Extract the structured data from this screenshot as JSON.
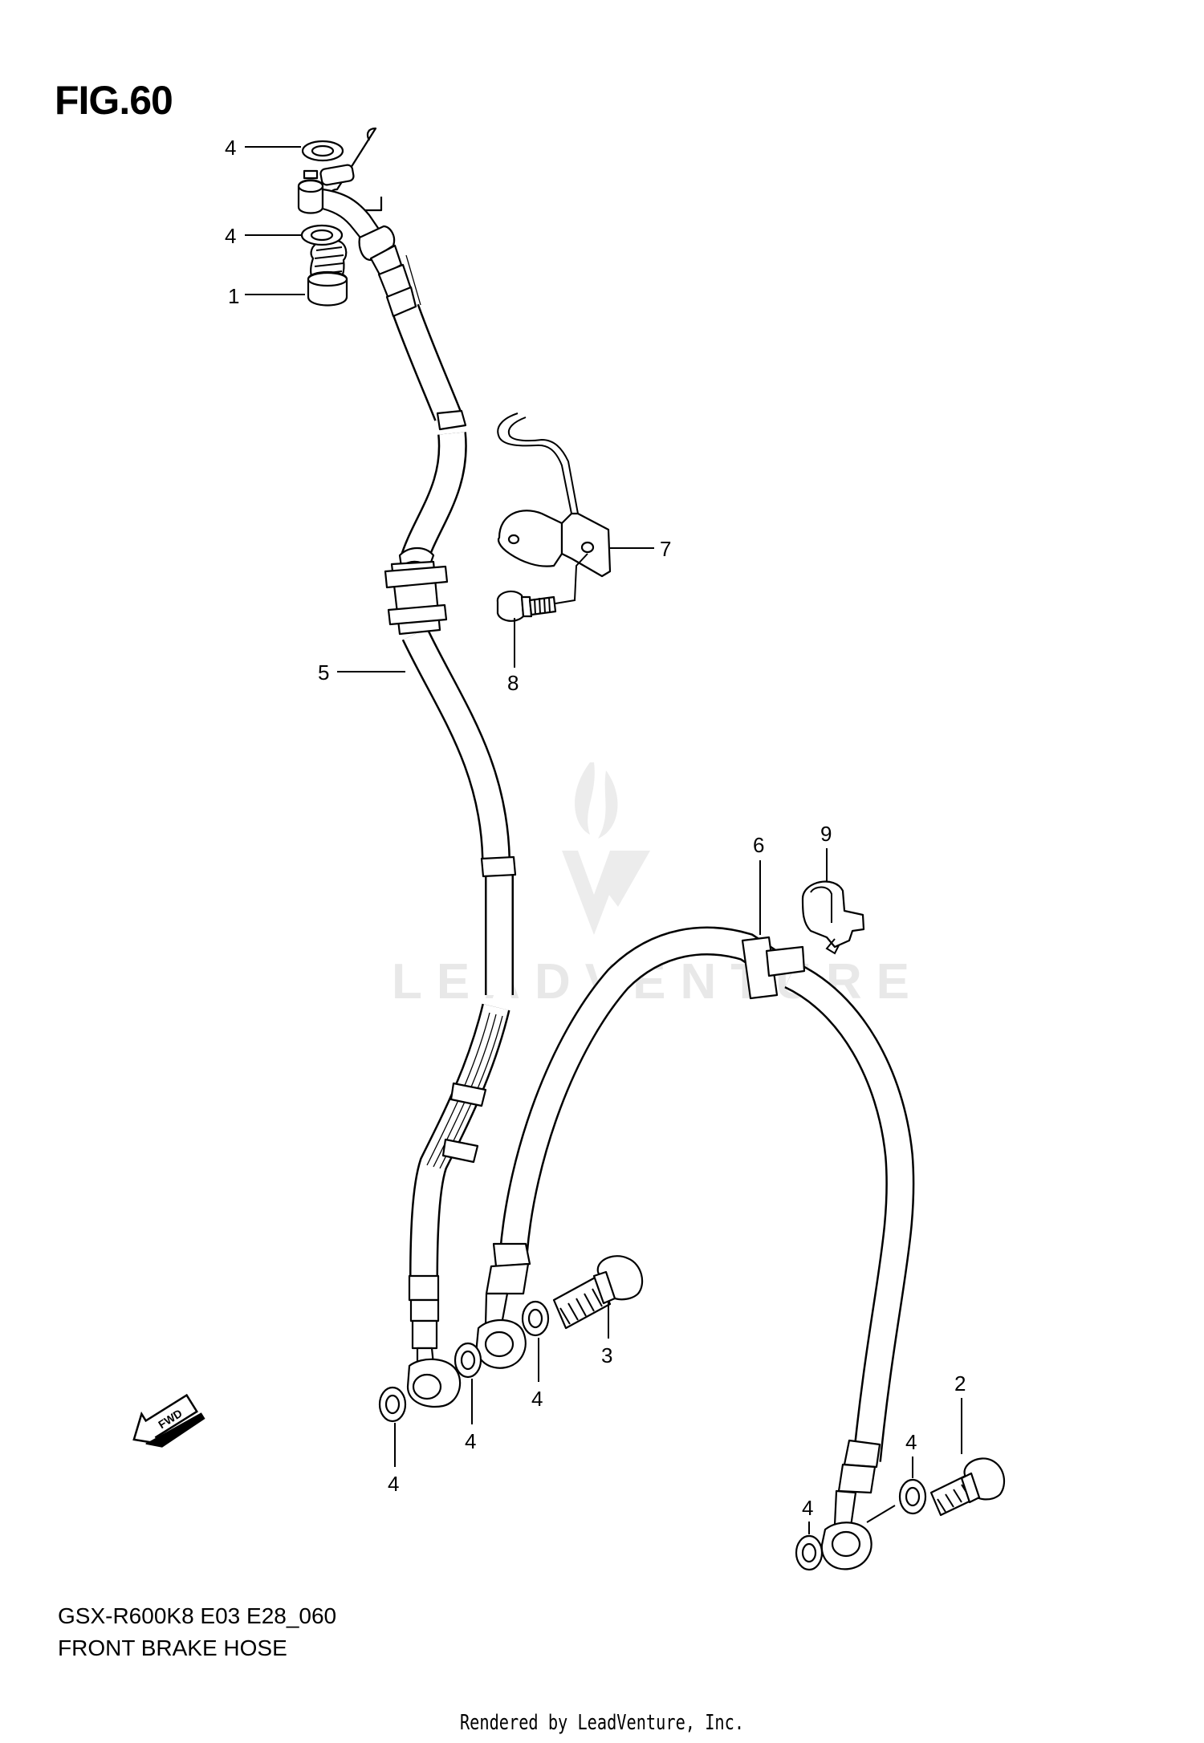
{
  "figure": {
    "title": "FIG.60",
    "model_code": "GSX-R600K8 E03 E28_060",
    "name": "FRONT BRAKE  HOSE"
  },
  "watermark": "LEADVENTURE",
  "footer": "Rendered by LeadVenture, Inc.",
  "fwd_label": "FWD",
  "callouts": [
    {
      "id": "c1",
      "number": "1"
    },
    {
      "id": "c2",
      "number": "2"
    },
    {
      "id": "c3",
      "number": "3"
    },
    {
      "id": "c4a",
      "number": "4"
    },
    {
      "id": "c4b",
      "number": "4"
    },
    {
      "id": "c4c",
      "number": "4"
    },
    {
      "id": "c4d",
      "number": "4"
    },
    {
      "id": "c4e",
      "number": "4"
    },
    {
      "id": "c4f",
      "number": "4"
    },
    {
      "id": "c4g",
      "number": "4"
    },
    {
      "id": "c5",
      "number": "5"
    },
    {
      "id": "c6",
      "number": "6"
    },
    {
      "id": "c7",
      "number": "7"
    },
    {
      "id": "c8",
      "number": "8"
    },
    {
      "id": "c9",
      "number": "9"
    }
  ],
  "colors": {
    "line": "#000000",
    "background": "#ffffff",
    "watermark": "#e8e8e8"
  }
}
